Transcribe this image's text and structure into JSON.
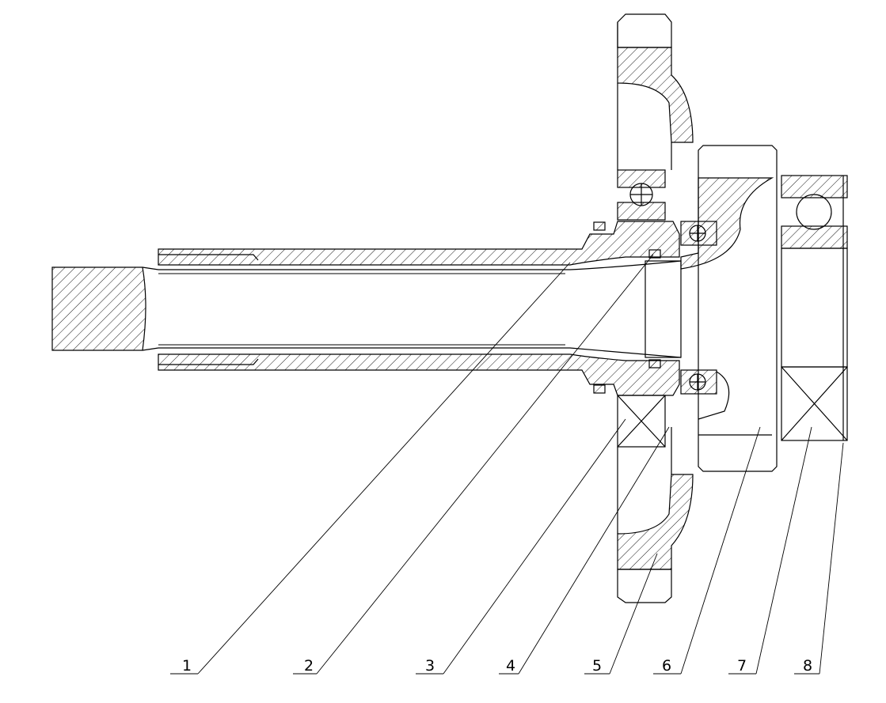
{
  "diagram": {
    "callouts": [
      {
        "label": "1"
      },
      {
        "label": "2"
      },
      {
        "label": "3"
      },
      {
        "label": "4"
      },
      {
        "label": "5"
      },
      {
        "label": "6"
      },
      {
        "label": "7"
      },
      {
        "label": "8"
      }
    ]
  }
}
